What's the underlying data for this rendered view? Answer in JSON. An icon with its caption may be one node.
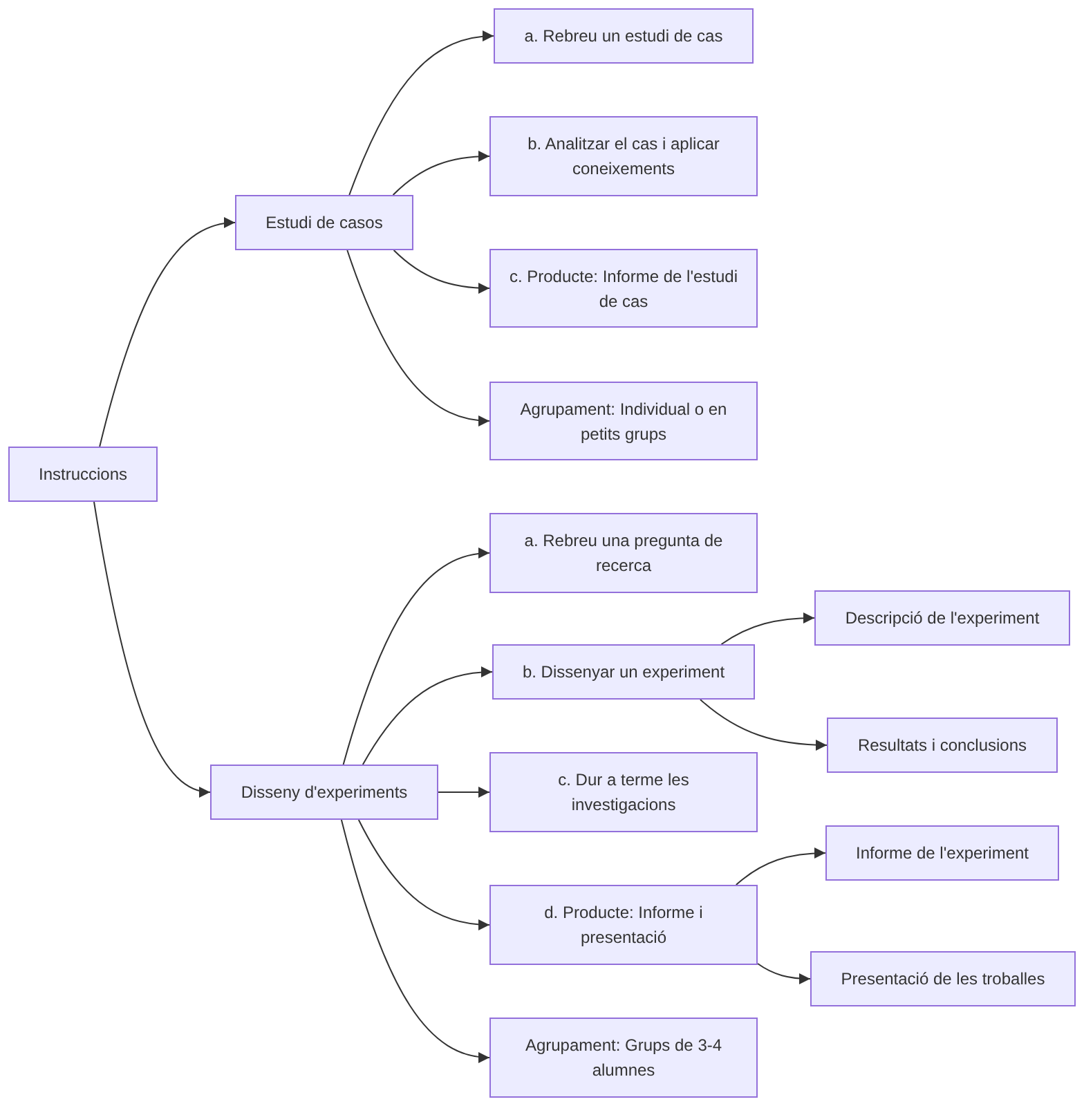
{
  "diagram": {
    "nodes": [
      {
        "text": [
          "Instruccions"
        ]
      },
      {
        "text": [
          "Estudi de casos"
        ]
      },
      {
        "text": [
          "a. Rebreu un estudi de cas"
        ]
      },
      {
        "text": [
          "b. Analitzar el cas i aplicar coneixements"
        ]
      },
      {
        "text": [
          "c. Producte: Informe de l'estudi de cas"
        ]
      },
      {
        "text": [
          "Agrupament: Individual o en petits grups"
        ]
      },
      {
        "text": [
          "Disseny d'experiments"
        ]
      },
      {
        "text": [
          "a. Rebreu una pregunta de recerca"
        ]
      },
      {
        "text": [
          "b. Dissenyar un experiment"
        ]
      },
      {
        "text": [
          "Descripció de l'experiment"
        ]
      },
      {
        "text": [
          "Resultats i conclusions"
        ]
      },
      {
        "text": [
          "c. Dur a terme les investigacions"
        ]
      },
      {
        "text": [
          "d. Producte: Informe i presentació"
        ]
      },
      {
        "text": [
          "Informe de l'experiment"
        ]
      },
      {
        "text": [
          "Presentació de les troballes"
        ]
      },
      {
        "text": [
          "Agrupament: Grups de 3-4 alumnes"
        ]
      }
    ],
    "edges": [
      {
        "from": 0,
        "to": 1,
        "arrow": "to"
      },
      {
        "from": 0,
        "to": 6,
        "arrow": "to"
      },
      {
        "from": 1,
        "to": 2,
        "arrow": "to"
      },
      {
        "from": 1,
        "to": 3,
        "arrow": "to"
      },
      {
        "from": 1,
        "to": 4,
        "arrow": "to"
      },
      {
        "from": 1,
        "to": 5,
        "arrow": "to"
      },
      {
        "from": 6,
        "to": 7,
        "arrow": "to"
      },
      {
        "from": 6,
        "to": 8,
        "arrow": "to"
      },
      {
        "from": 6,
        "to": 11,
        "arrow": "to"
      },
      {
        "from": 6,
        "to": 12,
        "arrow": "to"
      },
      {
        "from": 6,
        "to": 15,
        "arrow": "to"
      },
      {
        "from": 8,
        "to": 9,
        "arrow": "to"
      },
      {
        "from": 8,
        "to": 10,
        "arrow": "to"
      },
      {
        "from": 12,
        "to": 13,
        "arrow": "to"
      },
      {
        "from": 12,
        "to": 14,
        "arrow": "to"
      }
    ]
  }
}
